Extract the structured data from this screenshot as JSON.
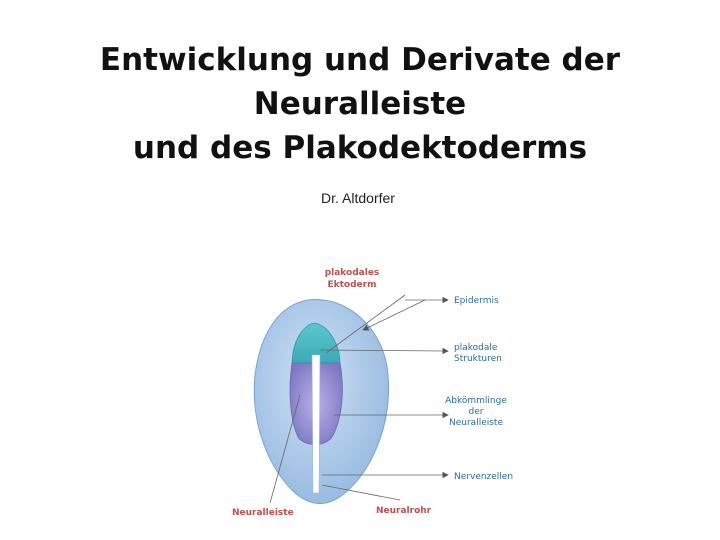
{
  "slide": {
    "title_lines": [
      "Entwicklung und Derivate der",
      "Neuralleiste",
      "und des Plakodektoderms"
    ],
    "author": "Dr. Altdorfer"
  },
  "figure": {
    "labels": {
      "plakodales_line1": "plakodales",
      "plakodales_line2": "Ektoderm",
      "epidermis": "Epidermis",
      "plakodale_line1": "plakodale",
      "plakodale_line2": "Strukturen",
      "abkoemmlinge_line1": "Abkömmlinge",
      "abkoemmlinge_line2": "der",
      "abkoemmlinge_line3": "Neuralleiste",
      "nervenzellen": "Nervenzellen",
      "neuralleiste": "Neuralleiste",
      "neuralrohr": "Neuralrohr"
    },
    "colors": {
      "label_red": "#c0504d",
      "label_blue": "#2e6aa3",
      "epidermis_fill": "#8fb5df",
      "placode_fill": "#46b9c2",
      "neural_crest_fill": "#8f86cf",
      "neural_tube_fill": "#ffffff"
    }
  }
}
